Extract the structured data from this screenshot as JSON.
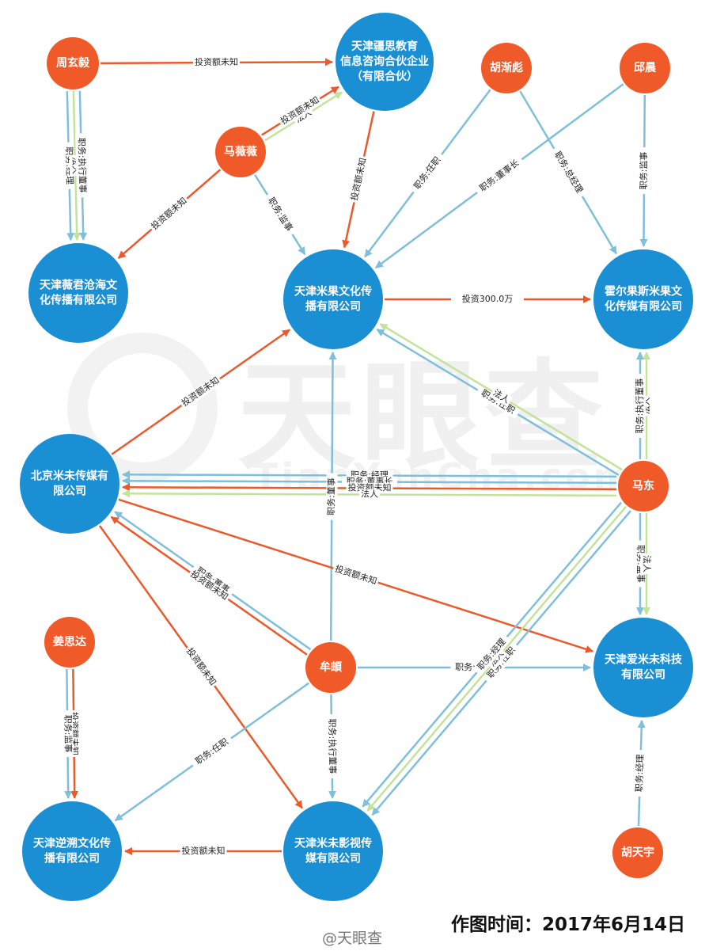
{
  "colors": {
    "company": "#1b8fd3",
    "person": "#f05a28",
    "invest": "#ea5a2b",
    "role": "#7fbfdc",
    "legal": "#c3e39a"
  },
  "watermark": {
    "brand": "天眼查",
    "brand_latin": "TianYanCha.com"
  },
  "footer": {
    "date_text": "作图时间：2017年6月14日",
    "brand_text": "@天眼查"
  },
  "nodes": [
    {
      "id": "zhouxuanyi",
      "kind": "person",
      "lines": [
        "周玄毅"
      ]
    },
    {
      "id": "jiangsi",
      "kind": "company",
      "lines": [
        "天津疆思教育",
        "信息咨询合伙企业",
        "（有限合伙）"
      ]
    },
    {
      "id": "huzhanbiao",
      "kind": "person",
      "lines": [
        "胡渐彪"
      ]
    },
    {
      "id": "qiuchen",
      "kind": "person",
      "lines": [
        "邱晨"
      ]
    },
    {
      "id": "maweiwei",
      "kind": "person",
      "lines": [
        "马薇薇"
      ]
    },
    {
      "id": "weijun",
      "kind": "company",
      "lines": [
        "天津薇君沧海文",
        "化传播有限公司"
      ]
    },
    {
      "id": "miguo",
      "kind": "company",
      "lines": [
        "天津米果文化传",
        "播有限公司"
      ]
    },
    {
      "id": "huoergs",
      "kind": "company",
      "lines": [
        "霍尔果斯米果文",
        "化传媒有限公司"
      ]
    },
    {
      "id": "beijingmw",
      "kind": "company",
      "lines": [
        "北京米未传媒有",
        "限公司"
      ]
    },
    {
      "id": "madong",
      "kind": "person",
      "lines": [
        "马东"
      ]
    },
    {
      "id": "jiangsida",
      "kind": "person",
      "lines": [
        "姜思达"
      ]
    },
    {
      "id": "moudun",
      "kind": "person",
      "lines": [
        "牟頔"
      ]
    },
    {
      "id": "aimw",
      "kind": "company",
      "lines": [
        "天津爱米未科技",
        "有限公司"
      ]
    },
    {
      "id": "nishuo",
      "kind": "company",
      "lines": [
        "天津逆溯文化传",
        "播有限公司"
      ]
    },
    {
      "id": "mwys",
      "kind": "company",
      "lines": [
        "天津米未影视传",
        "媒有限公司"
      ]
    },
    {
      "id": "hutianyu",
      "kind": "person",
      "lines": [
        "胡天宇"
      ]
    }
  ],
  "edges": [
    {
      "from": "zhouxuanyi",
      "to": "jiangsi",
      "type": "invest",
      "label": "投资额未知"
    },
    {
      "from": "zhouxuanyi",
      "to": "weijun",
      "type": "role",
      "label": "职务:经理"
    },
    {
      "from": "zhouxuanyi",
      "to": "weijun",
      "type": "legal",
      "label": "法人"
    },
    {
      "from": "zhouxuanyi",
      "to": "weijun",
      "type": "role",
      "label": "职务:执行董事"
    },
    {
      "from": "maweiwei",
      "to": "jiangsi",
      "type": "legal",
      "label": "法人"
    },
    {
      "from": "maweiwei",
      "to": "jiangsi",
      "type": "invest",
      "label": "投资额未知"
    },
    {
      "from": "maweiwei",
      "to": "weijun",
      "type": "invest",
      "label": "投资额未知"
    },
    {
      "from": "maweiwei",
      "to": "miguo",
      "type": "role",
      "label": "职务:监事"
    },
    {
      "from": "jiangsi",
      "to": "miguo",
      "type": "invest",
      "label": "投资额未知"
    },
    {
      "from": "huzhanbiao",
      "to": "miguo",
      "type": "role",
      "label": "职务:任职"
    },
    {
      "from": "huzhanbiao",
      "to": "huoergs",
      "type": "role",
      "label": "职务:总经理"
    },
    {
      "from": "qiuchen",
      "to": "miguo",
      "type": "role",
      "label": "职务:董事长"
    },
    {
      "from": "qiuchen",
      "to": "huoergs",
      "type": "role",
      "label": "职务:监事"
    },
    {
      "from": "miguo",
      "to": "huoergs",
      "type": "invest",
      "label": "投资300.0万"
    },
    {
      "from": "madong",
      "to": "huoergs",
      "type": "legal",
      "label": "法人"
    },
    {
      "from": "madong",
      "to": "huoergs",
      "type": "role",
      "label": "职务:执行董事"
    },
    {
      "from": "madong",
      "to": "miguo",
      "type": "role",
      "label": "职务:任职"
    },
    {
      "from": "madong",
      "to": "miguo",
      "type": "legal",
      "label": "法人"
    },
    {
      "from": "beijingmw",
      "to": "miguo",
      "type": "invest",
      "label": "投资额未知"
    },
    {
      "from": "madong",
      "to": "beijingmw",
      "type": "role",
      "label": "职务:经理"
    },
    {
      "from": "madong",
      "to": "beijingmw",
      "type": "role",
      "label": "职务:董事长"
    },
    {
      "from": "madong",
      "to": "beijingmw",
      "type": "invest",
      "label": "投资额未知"
    },
    {
      "from": "madong",
      "to": "beijingmw",
      "type": "legal",
      "label": "法人"
    },
    {
      "from": "moudun",
      "to": "miguo",
      "type": "role",
      "label": "职务:董事"
    },
    {
      "from": "madong",
      "to": "aimw",
      "type": "role",
      "label": "职务:监事"
    },
    {
      "from": "madong",
      "to": "aimw",
      "type": "legal",
      "label": "法人"
    },
    {
      "from": "beijingmw",
      "to": "aimw",
      "type": "invest",
      "label": "投资额未知"
    },
    {
      "from": "moudun",
      "to": "beijingmw",
      "type": "role",
      "label": "职务:董事"
    },
    {
      "from": "moudun",
      "to": "beijingmw",
      "type": "invest",
      "label": "投资额未知"
    },
    {
      "from": "beijingmw",
      "to": "mwys",
      "type": "invest",
      "label": "投资额未知"
    },
    {
      "from": "moudun",
      "to": "aimw",
      "type": "role",
      "label": "职务:任职"
    },
    {
      "from": "madong",
      "to": "mwys",
      "type": "role",
      "label": "职务:任职"
    },
    {
      "from": "madong",
      "to": "mwys",
      "type": "legal",
      "label": "法人"
    },
    {
      "from": "madong",
      "to": "mwys",
      "type": "role",
      "label": "职务:经理"
    },
    {
      "from": "moudun",
      "to": "mwys",
      "type": "role",
      "label": "职务:执行董事"
    },
    {
      "from": "moudun",
      "to": "nishuo",
      "type": "role",
      "label": "职务:任职"
    },
    {
      "from": "jiangsida",
      "to": "nishuo",
      "type": "invest",
      "label": "投资额未知"
    },
    {
      "from": "jiangsida",
      "to": "nishuo",
      "type": "role",
      "label": "职务:监事"
    },
    {
      "from": "mwys",
      "to": "nishuo",
      "type": "invest",
      "label": "投资额未知"
    },
    {
      "from": "hutianyu",
      "to": "aimw",
      "type": "role",
      "label": "职务:经理"
    }
  ]
}
